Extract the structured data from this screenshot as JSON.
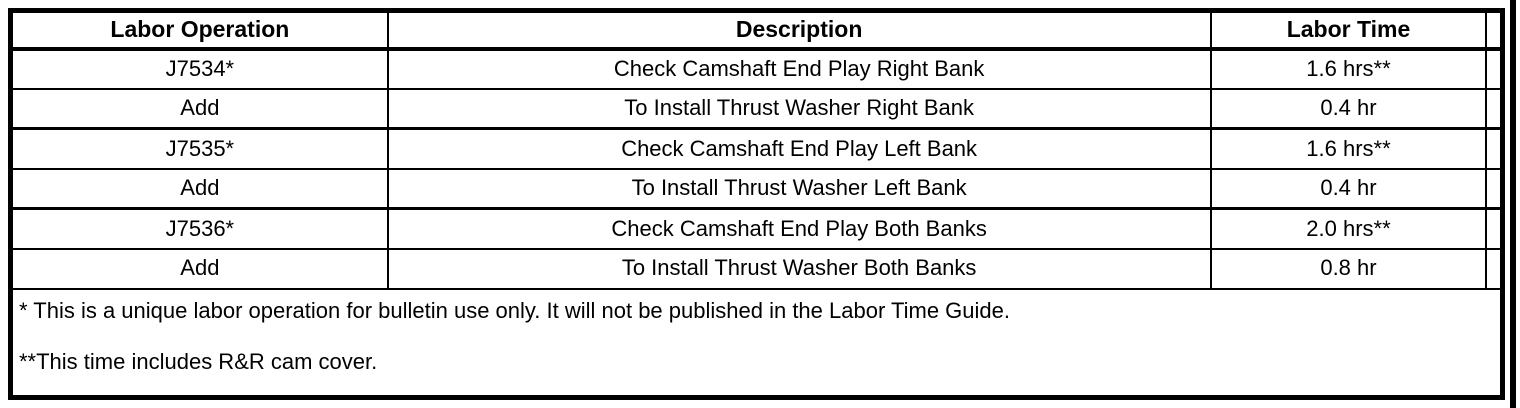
{
  "table": {
    "columns": {
      "labor_operation": "Labor Operation",
      "description": "Description",
      "labor_time": "Labor Time"
    },
    "rows": [
      {
        "op": "J7534*",
        "desc": "Check Camshaft End Play Right Bank",
        "time": "1.6 hrs**"
      },
      {
        "op": "Add",
        "desc": "To Install Thrust Washer Right Bank",
        "time": "0.4 hr"
      },
      {
        "op": "J7535*",
        "desc": "Check Camshaft End Play Left Bank",
        "time": "1.6 hrs**"
      },
      {
        "op": "Add",
        "desc": "To Install Thrust Washer Left Bank",
        "time": "0.4 hr"
      },
      {
        "op": "J7536*",
        "desc": "Check Camshaft End Play Both Banks",
        "time": "2.0 hrs**"
      },
      {
        "op": "Add",
        "desc": "To Install Thrust Washer Both Banks",
        "time": "0.8 hr"
      }
    ],
    "footnotes": [
      "* This is a unique labor operation for bulletin use only. It will not be published in the Labor Time Guide.",
      "**This time includes R&R cam cover."
    ]
  },
  "colors": {
    "border": "#000000",
    "background": "#ffffff",
    "text": "#000000"
  }
}
